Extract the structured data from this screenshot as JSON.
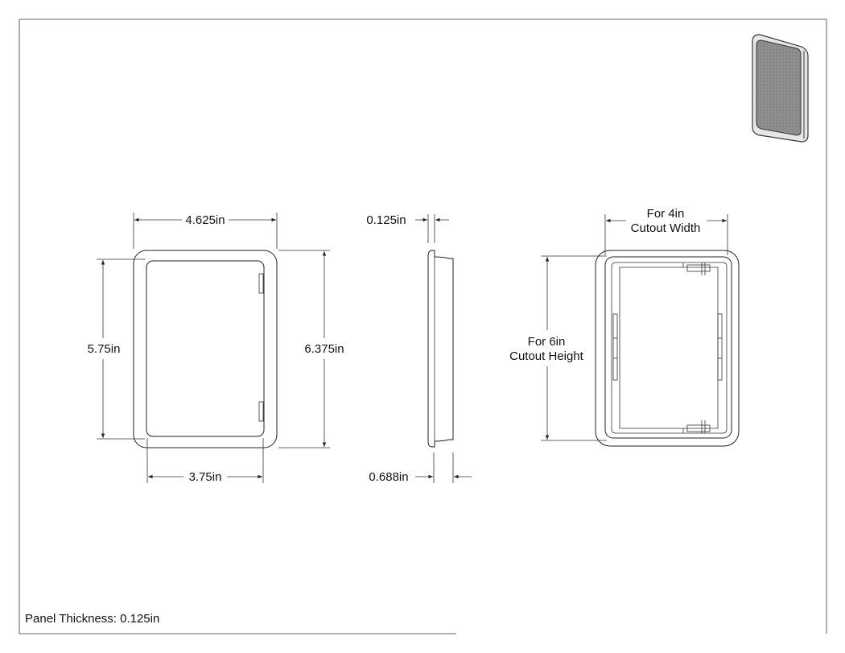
{
  "footer": {
    "panel_thickness": "Panel Thickness: 0.125in"
  },
  "front_view": {
    "overall_width": "4.625in",
    "overall_height": "6.375in",
    "opening_height": "5.75in",
    "opening_width": "3.75in"
  },
  "side_view": {
    "flange_thickness": "0.125in",
    "depth": "0.688in"
  },
  "back_view": {
    "width_line1": "For 4in",
    "width_line2": "Cutout Width",
    "height_line1": "For 6in",
    "height_line2": "Cutout Height"
  },
  "colors": {
    "line": "#222222",
    "iso_fill": "#8a8a8a",
    "iso_edge": "#3a3a3a"
  },
  "icons": {
    "arrowhead": "filled-triangle"
  }
}
